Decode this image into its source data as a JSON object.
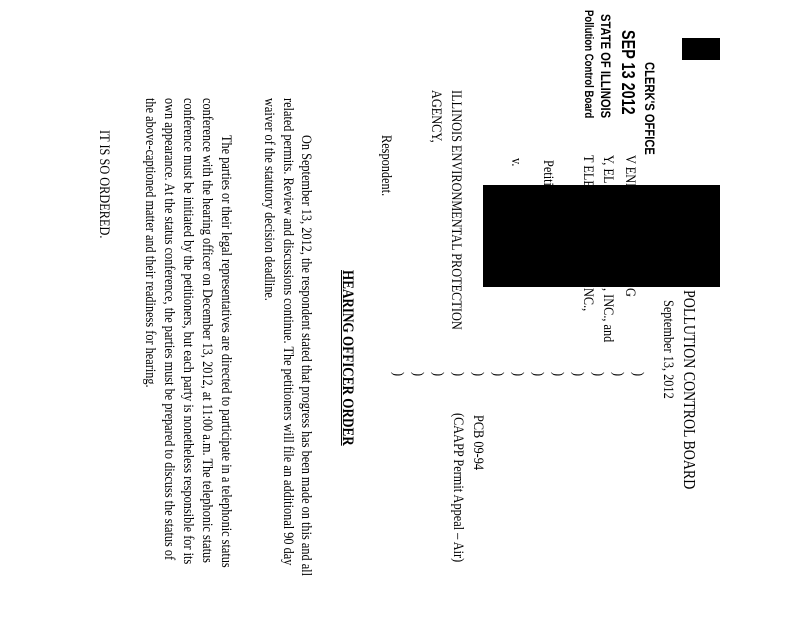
{
  "stamp": {
    "line1": "CLERK'S OFFICE",
    "line2": "SEP 13 2012",
    "line3": "STATE OF ILLINOIS",
    "line4": "Pollution Control Board"
  },
  "header": {
    "board": "POLLUTION CONTROL BOARD",
    "date": "September 13, 2012"
  },
  "caption": {
    "petitioner_lines": [
      "V ENER",
      "G",
      "Y, EL",
      ", INC., and",
      "T ELE",
      "NC.,"
    ],
    "petitioner_label": "Petitioner",
    "versus": "v.",
    "respondent_line1": "ILLINOIS ENVIRONMENTAL PROTECTION",
    "respondent_line2": "AGENCY,",
    "respondent_label": "Respondent.",
    "paren": ")",
    "case_number": "PCB 09-94",
    "case_type": "(CAAPP Permit Appeal – Air)"
  },
  "title": "HEARING OFFICER ORDER",
  "paragraph1": [
    "On September 13, 2012, the respondent stated that progress has been made on this and all",
    "related permits. Review and discussions continue.  The petitioners will file an additional 90 day",
    "waiver of the statutory decision deadline."
  ],
  "paragraph2": [
    "The parties or their legal representatives are directed to participate in a telephonic status",
    "conference with the hearing officer on December 13, 2012, at 11:00 a.m. The telephonic status",
    "conference must be initiated by the petitioners, but each party is nonetheless responsible for its",
    "own appearance.  At the status conference, the parties must be prepared to discuss the status of",
    "the above-captioned matter and their readiness for hearing."
  ],
  "closing": "IT IS SO ORDERED."
}
